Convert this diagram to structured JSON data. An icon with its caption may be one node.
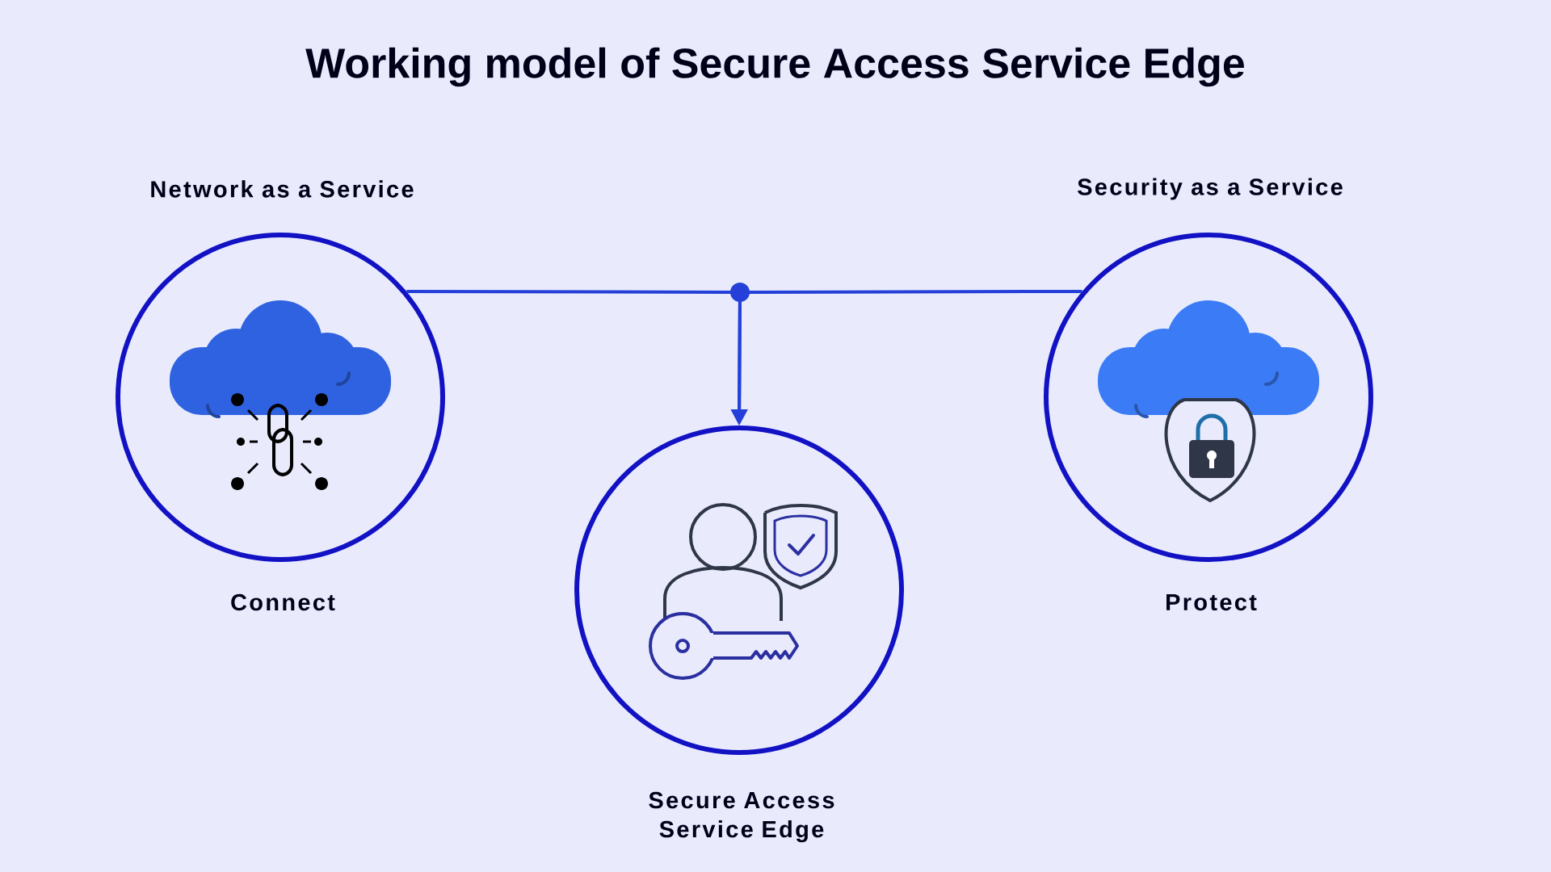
{
  "diagram": {
    "title": "Working model of Secure Access Service Edge",
    "nodes": [
      {
        "text": [
          "Network as a Service"
        ],
        "beside": [
          "Connect"
        ]
      },
      {
        "text": [
          "Security as a Service"
        ],
        "beside": [
          "Protect"
        ]
      },
      {
        "text": [
          "Secure Access Service Edge"
        ]
      }
    ],
    "edges": [
      {
        "from": 0,
        "to": 2,
        "arrow": "to"
      },
      {
        "from": 1,
        "to": 2,
        "arrow": "to"
      }
    ]
  }
}
